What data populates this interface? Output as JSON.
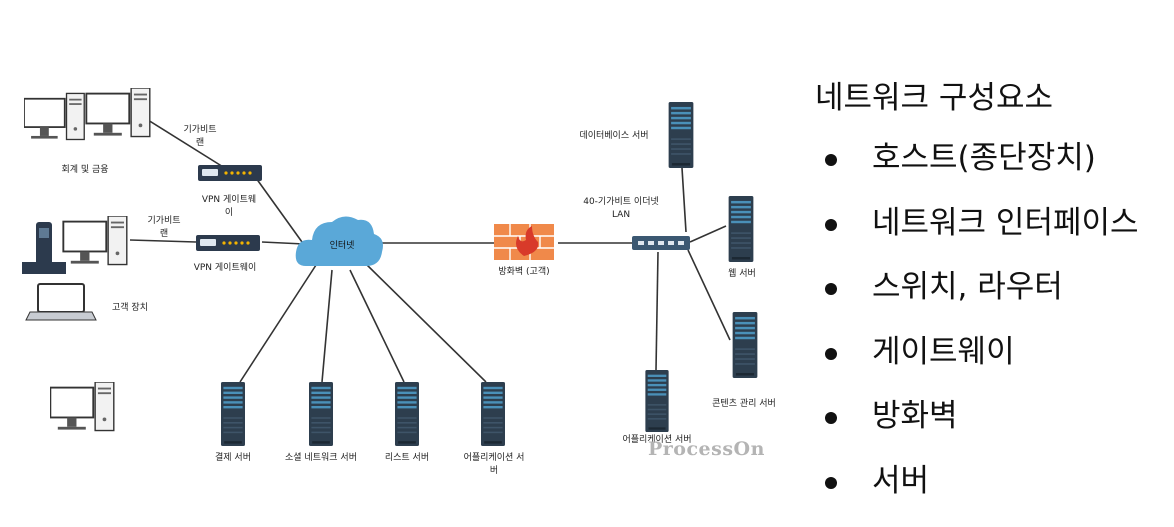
{
  "diagram": {
    "devices": {
      "accounting": "회계 및 금융",
      "customer_devices": "고객 장치"
    },
    "links": {
      "gigabit_lan_top": "기가비트 랜",
      "gigabit_lan_middle": "기가비트 랜"
    },
    "gateways": {
      "vpn_gateway_top": "VPN 게이트웨이",
      "vpn_gateway_middle": "VPN 게이트웨이"
    },
    "internet": "인터넷",
    "firewall": "방화벽 (고객)",
    "switch_label": "40-기가비트 이더넷 LAN",
    "servers": {
      "database": "데이터베이스 서버",
      "web": "웹 서버",
      "content_management": "콘텐츠 관리 서버",
      "application_right": "어플리케이션 서버",
      "payment": "결제 서버",
      "social_network": "소셜 네트워크 서버",
      "list": "리스트 서버",
      "application_bottom": "어플리케이션 서버"
    },
    "watermark": "ProcessOn"
  },
  "panel": {
    "title": "네트워크 구성요소",
    "items": [
      "호스트(종단장치)",
      "네트워크 인터페이스",
      "스위치, 라우터",
      "게이트웨이",
      "방화벽",
      "서버"
    ]
  },
  "colors": {
    "line": "#333333",
    "cloud": "#5aa8d8",
    "firewall": "#f0894a",
    "server_body": "#2d3e4e",
    "server_slot": "#4a90b8",
    "switch": "#3b5872",
    "router": "#2c3a4d"
  }
}
